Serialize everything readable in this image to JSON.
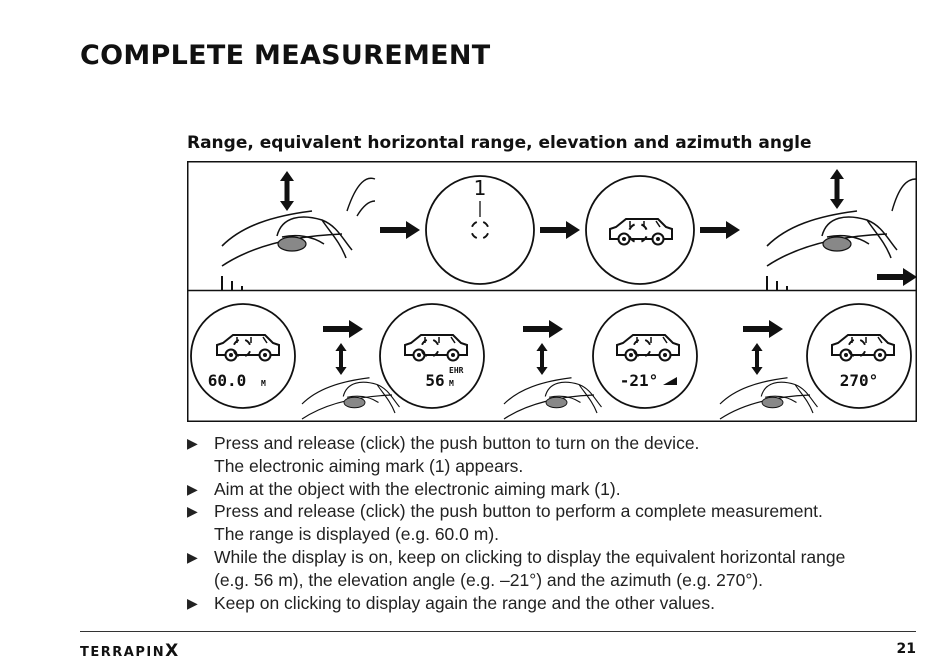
{
  "page": {
    "title": "COMPLETE MEASUREMENT",
    "page_number": "21"
  },
  "brand": {
    "name": "TERRAPIN",
    "mark": "X"
  },
  "section": {
    "subtitle": "Range, equivalent horizontal range, elevation and azimuth angle"
  },
  "figure": {
    "callout": "1",
    "readouts": [
      {
        "value": "60.0",
        "unit": "M"
      },
      {
        "value": "56",
        "unit": "M",
        "tag": "EHR"
      },
      {
        "value": "-21°"
      },
      {
        "value": "270°"
      }
    ]
  },
  "instructions": [
    {
      "lines": [
        "Press and release (click) the push button to turn on the device.",
        "The electronic aiming mark (1) appears."
      ]
    },
    {
      "lines": [
        "Aim at the object with the electronic aiming mark (1)."
      ]
    },
    {
      "lines": [
        "Press and release (click) the push button to perform a complete measurement.",
        "The range is displayed (e.g. 60.0 m)."
      ]
    },
    {
      "lines": [
        "While the display is on, keep on clicking to display the equivalent horizontal range",
        "(e.g. 56 m), the elevation angle (e.g. –21°) and the azimuth (e.g. 270°)."
      ]
    },
    {
      "lines": [
        "Keep on clicking to display again the range and the other values."
      ]
    }
  ],
  "bullet_glyph": "▶"
}
